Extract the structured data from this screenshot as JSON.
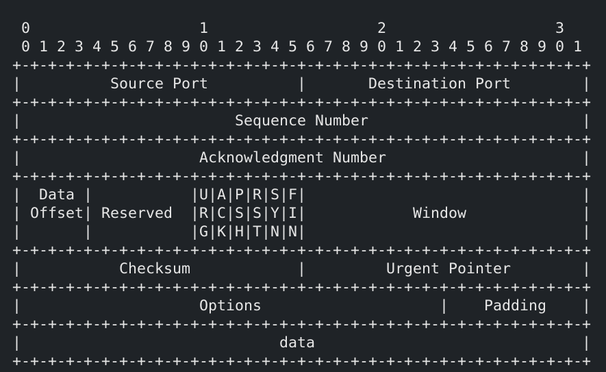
{
  "theme": {
    "background": "#1f2327",
    "text": "#e6e6e6"
  },
  "diagram": {
    "lines": [
      " 0                   1                   2                   3",
      " 0 1 2 3 4 5 6 7 8 9 0 1 2 3 4 5 6 7 8 9 0 1 2 3 4 5 6 7 8 9 0 1",
      "+-+-+-+-+-+-+-+-+-+-+-+-+-+-+-+-+-+-+-+-+-+-+-+-+-+-+-+-+-+-+-+-+",
      "|          Source Port          |       Destination Port        |",
      "+-+-+-+-+-+-+-+-+-+-+-+-+-+-+-+-+-+-+-+-+-+-+-+-+-+-+-+-+-+-+-+-+",
      "|                        Sequence Number                        |",
      "+-+-+-+-+-+-+-+-+-+-+-+-+-+-+-+-+-+-+-+-+-+-+-+-+-+-+-+-+-+-+-+-+",
      "|                    Acknowledgment Number                      |",
      "+-+-+-+-+-+-+-+-+-+-+-+-+-+-+-+-+-+-+-+-+-+-+-+-+-+-+-+-+-+-+-+-+",
      "|  Data |           |U|A|P|R|S|F|                               |",
      "| Offset| Reserved  |R|C|S|S|Y|I|            Window             |",
      "|       |           |G|K|H|T|N|N|                               |",
      "+-+-+-+-+-+-+-+-+-+-+-+-+-+-+-+-+-+-+-+-+-+-+-+-+-+-+-+-+-+-+-+-+",
      "|           Checksum            |         Urgent Pointer        |",
      "+-+-+-+-+-+-+-+-+-+-+-+-+-+-+-+-+-+-+-+-+-+-+-+-+-+-+-+-+-+-+-+-+",
      "|                    Options                    |    Padding    |",
      "+-+-+-+-+-+-+-+-+-+-+-+-+-+-+-+-+-+-+-+-+-+-+-+-+-+-+-+-+-+-+-+-+",
      "|                             data                              |",
      "+-+-+-+-+-+-+-+-+-+-+-+-+-+-+-+-+-+-+-+-+-+-+-+-+-+-+-+-+-+-+-+-+"
    ]
  }
}
